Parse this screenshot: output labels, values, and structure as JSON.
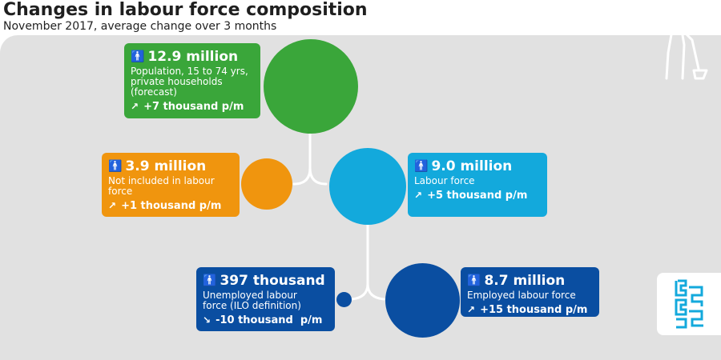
{
  "header": {
    "title": "Changes in labour force composition",
    "subtitle": "November 2017, average change over 3 months"
  },
  "colors": {
    "population": "#3aa63a",
    "not_in_labour_force": "#f0950e",
    "labour_force": "#13a9dc",
    "unemployed": "#0a4ea1",
    "employed": "#0a4ea1"
  },
  "nodes": {
    "population": {
      "value": "12.9 million",
      "desc_lines": [
        "Population, 15 to 74 yrs,",
        "private households",
        "(forecast)"
      ],
      "change": "+7 thousand p/m",
      "trend": "up"
    },
    "not_in_labour_force": {
      "value": "3.9 million",
      "desc_lines": [
        "Not included in labour",
        "force"
      ],
      "change": "+1 thousand p/m",
      "trend": "up"
    },
    "labour_force": {
      "value": "9.0 million",
      "desc_lines": [
        "Labour force"
      ],
      "change": "+5 thousand p/m",
      "trend": "up"
    },
    "unemployed": {
      "value": "397 thousand",
      "desc_lines": [
        "Unemployed labour",
        "force (ILO definition)"
      ],
      "change": "-10 thousand  p/m",
      "trend": "down"
    },
    "employed": {
      "value": "8.7 million",
      "desc_lines": [
        "Employed labour force"
      ],
      "change": "+15 thousand p/m",
      "trend": "up"
    }
  },
  "icons": {
    "person": "person-icon",
    "trend_up": "trend-up-arrow-icon",
    "trend_down": "trend-down-arrow-icon",
    "worker": "worker-shovel-icon",
    "logo": "cbs-logo-icon"
  },
  "logo_text": "cbs"
}
